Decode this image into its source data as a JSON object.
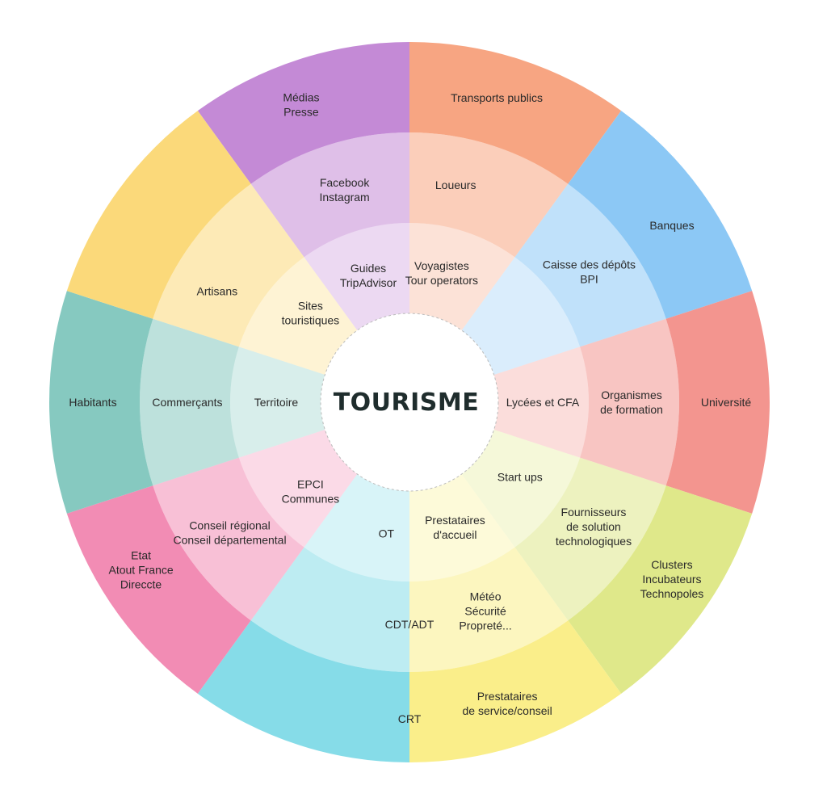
{
  "center": {
    "title": "TOURISME"
  },
  "sectors": [
    {
      "id": "medias",
      "color": "#c48ad6",
      "rings": [
        [
          "Guides",
          "TripAdvisor"
        ],
        [
          "Facebook",
          "Instagram"
        ],
        [
          "Médias",
          "Presse"
        ]
      ]
    },
    {
      "id": "transports",
      "color": "#f7a582",
      "rings": [
        [
          "Voyagistes",
          "Tour operators"
        ],
        [
          "Loueurs"
        ],
        [
          "Transports publics"
        ]
      ]
    },
    {
      "id": "banques",
      "color": "#8cc8f5",
      "rings": [
        [],
        [
          "Caisse des dépôts",
          "BPI"
        ],
        [
          "Banques"
        ]
      ]
    },
    {
      "id": "universite",
      "color": "#f3958f",
      "rings": [
        [
          "Lycées et CFA"
        ],
        [
          "Organismes",
          "de formation"
        ],
        [
          "Université"
        ]
      ]
    },
    {
      "id": "clusters",
      "color": "#dfe88a",
      "rings": [
        [
          "Start ups"
        ],
        [
          "Fournisseurs",
          "de solution",
          "technologiques"
        ],
        [
          "Clusters",
          "Incubateurs",
          "Technopoles"
        ]
      ]
    },
    {
      "id": "prestataires",
      "color": "#faee8a",
      "rings": [
        [
          "Prestataires",
          "d'accueil"
        ],
        [
          "Météo",
          "Sécurité",
          "Propreté..."
        ],
        [
          "Prestataires",
          "de service/conseil"
        ]
      ]
    },
    {
      "id": "crt",
      "color": "#86dce8",
      "rings": [
        [
          "OT"
        ],
        [
          "CDT/ADT"
        ],
        [
          "CRT"
        ]
      ]
    },
    {
      "id": "etat",
      "color": "#f28cb4",
      "rings": [
        [
          "EPCI",
          "Communes"
        ],
        [
          "Conseil régional",
          "Conseil départemental"
        ],
        [
          "Etat",
          "Atout France",
          "Direccte"
        ]
      ]
    },
    {
      "id": "habitants",
      "color": "#86c9c0",
      "rings": [
        [
          "Territoire"
        ],
        [
          "Commerçants"
        ],
        [
          "Habitants"
        ]
      ]
    },
    {
      "id": "artisans",
      "color": "#fbd97a",
      "rings": [
        [
          "Sites",
          "touristiques"
        ],
        [
          "Artisans"
        ],
        []
      ]
    }
  ]
}
